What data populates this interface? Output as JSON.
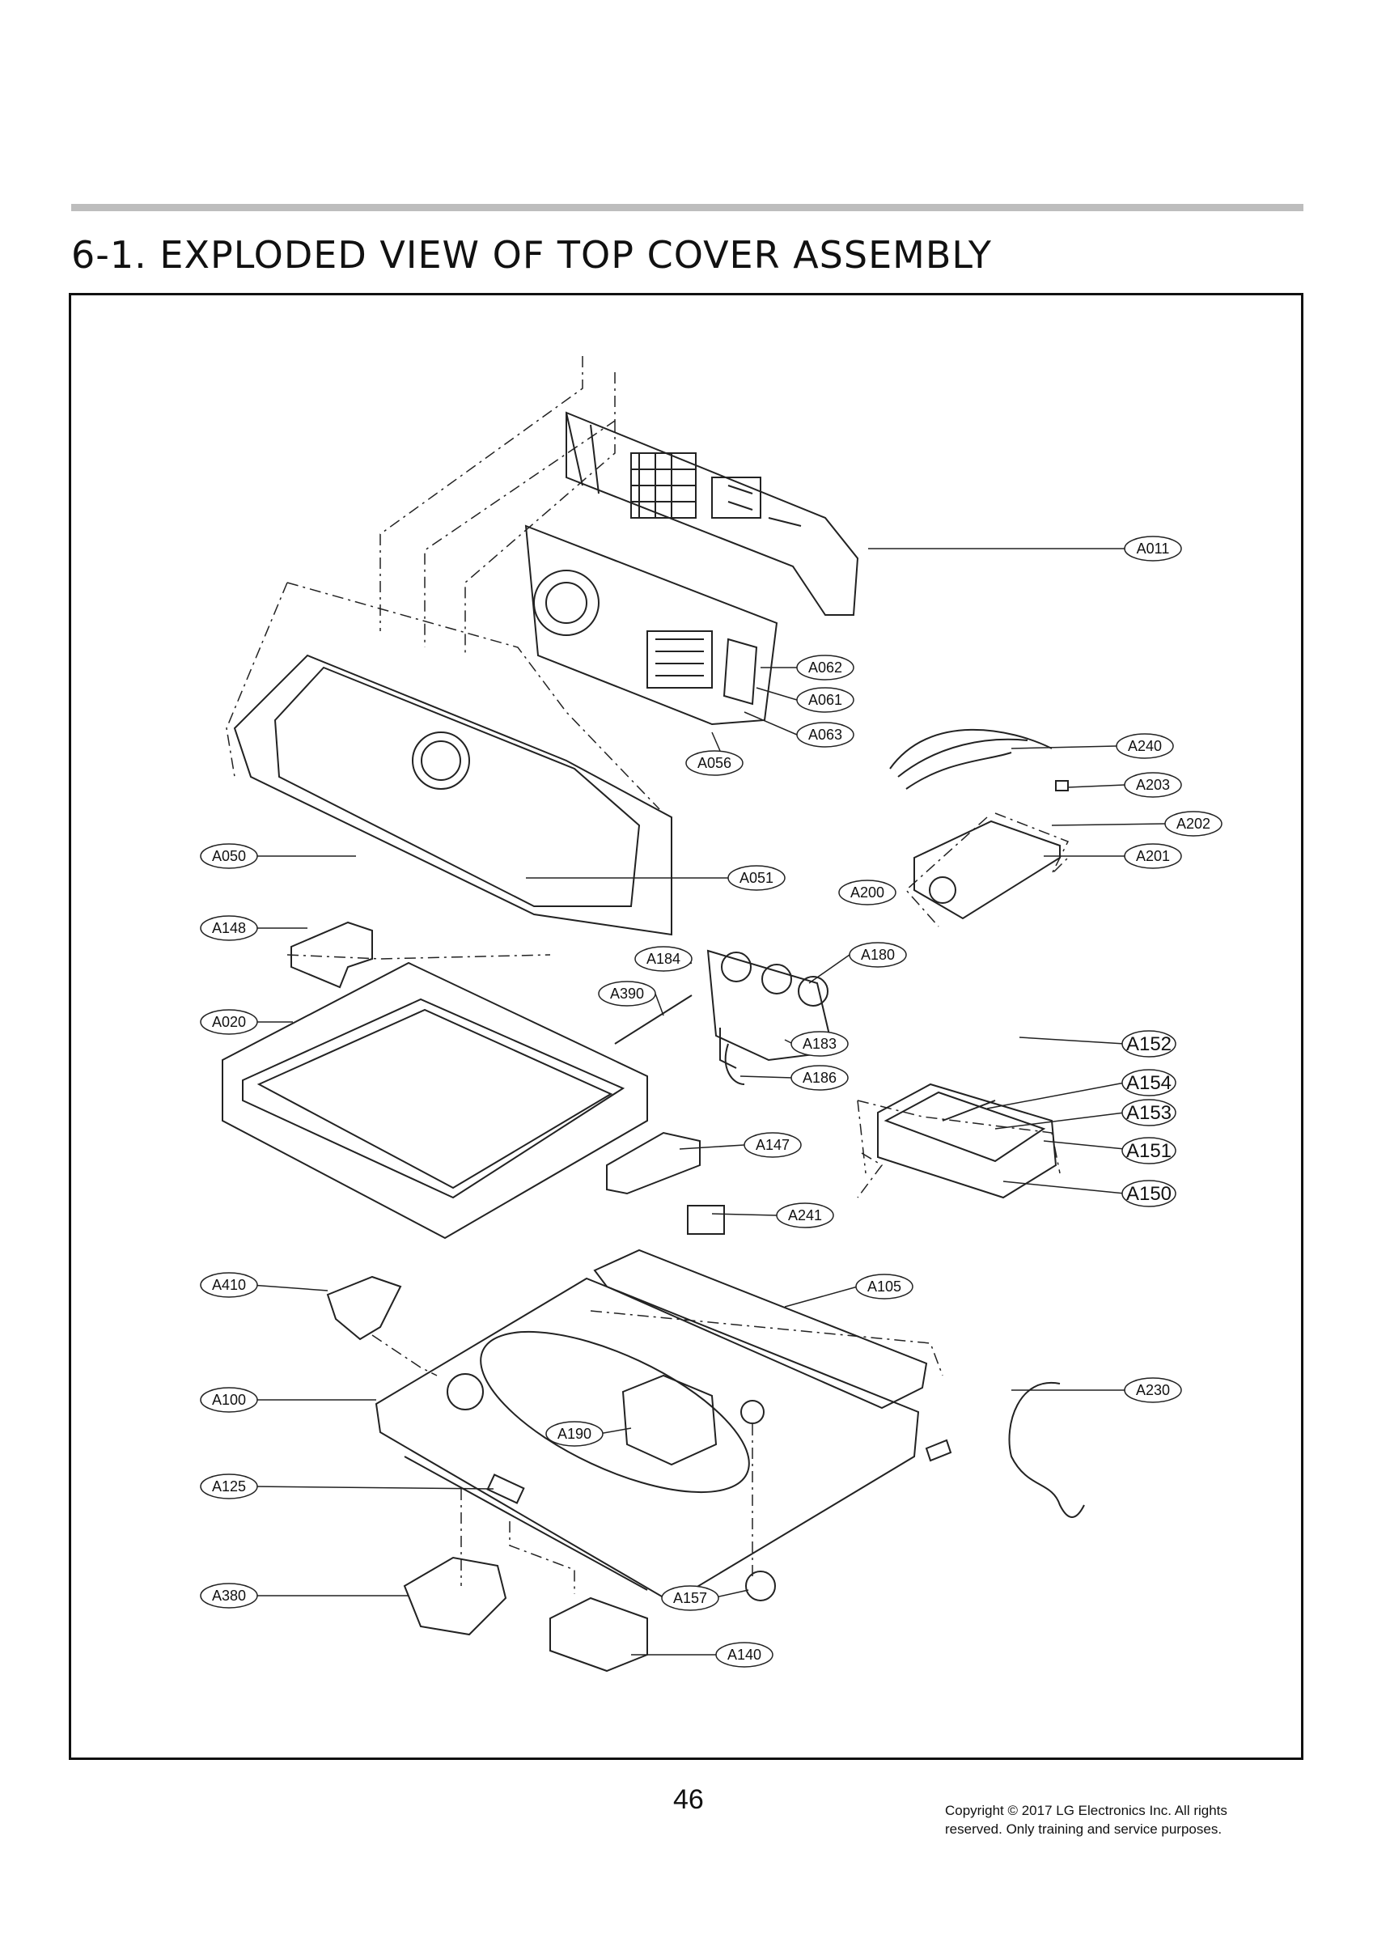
{
  "page": {
    "title": "6-1. EXPLODED VIEW OF TOP COVER ASSEMBLY",
    "page_number": "46",
    "copyright_line1": "Copyright © 2017 LG Electronics Inc. All rights",
    "copyright_line2": "reserved. Only training and service purposes."
  },
  "callouts": [
    {
      "id": "A011"
    },
    {
      "id": "A062"
    },
    {
      "id": "A061"
    },
    {
      "id": "A063"
    },
    {
      "id": "A056"
    },
    {
      "id": "A240"
    },
    {
      "id": "A203"
    },
    {
      "id": "A202"
    },
    {
      "id": "A201"
    },
    {
      "id": "A200"
    },
    {
      "id": "A050"
    },
    {
      "id": "A051"
    },
    {
      "id": "A148"
    },
    {
      "id": "A184"
    },
    {
      "id": "A180"
    },
    {
      "id": "A390"
    },
    {
      "id": "A020"
    },
    {
      "id": "A183"
    },
    {
      "id": "A186"
    },
    {
      "id": "A152"
    },
    {
      "id": "A154"
    },
    {
      "id": "A153"
    },
    {
      "id": "A151"
    },
    {
      "id": "A150"
    },
    {
      "id": "A147"
    },
    {
      "id": "A241"
    },
    {
      "id": "A410"
    },
    {
      "id": "A105"
    },
    {
      "id": "A100"
    },
    {
      "id": "A230"
    },
    {
      "id": "A190"
    },
    {
      "id": "A125"
    },
    {
      "id": "A380"
    },
    {
      "id": "A157"
    },
    {
      "id": "A140"
    }
  ]
}
